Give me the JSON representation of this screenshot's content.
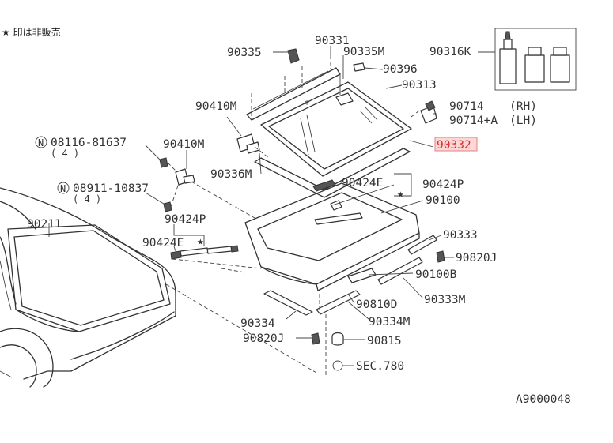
{
  "note": "★ 印は非販売",
  "ref_code": "A9000048",
  "labels": {
    "p90335": "90335",
    "p90331": "90331",
    "p90335m": "90335M",
    "p90396": "90396",
    "p90316k": "90316K",
    "p90313": "90313",
    "p90410m_a": "90410M",
    "p90714": "90714",
    "p90714_rh": "(RH)",
    "p90714a": "90714+A",
    "p90714a_lh": "(LH)",
    "p90332": "90332",
    "p08116": "08116-81637",
    "p08116_qty": "( 4 )",
    "p90410m_b": "90410M",
    "p90336m": "90336M",
    "p90424e_a": "90424E",
    "p90424p_a": "90424P",
    "p08911": "08911-10837",
    "p08911_qty": "( 4 )",
    "p90100": "90100",
    "p90211": "90211",
    "p90424p_b": "90424P",
    "p90424e_b": "90424E",
    "p90333": "90333",
    "p90820j_a": "90820J",
    "p90100b": "90100B",
    "p90333m": "90333M",
    "p90810d": "90810D",
    "p90334": "90334",
    "p90334m": "90334M",
    "p90820j_b": "90820J",
    "p90815": "90815",
    "sec780": "SEC.780",
    "n_symbol": "N",
    "star_symbol": "★"
  },
  "colors": {
    "line": "#333333",
    "highlight_fill": "#ffd6d6",
    "highlight_text": "#d23030"
  }
}
